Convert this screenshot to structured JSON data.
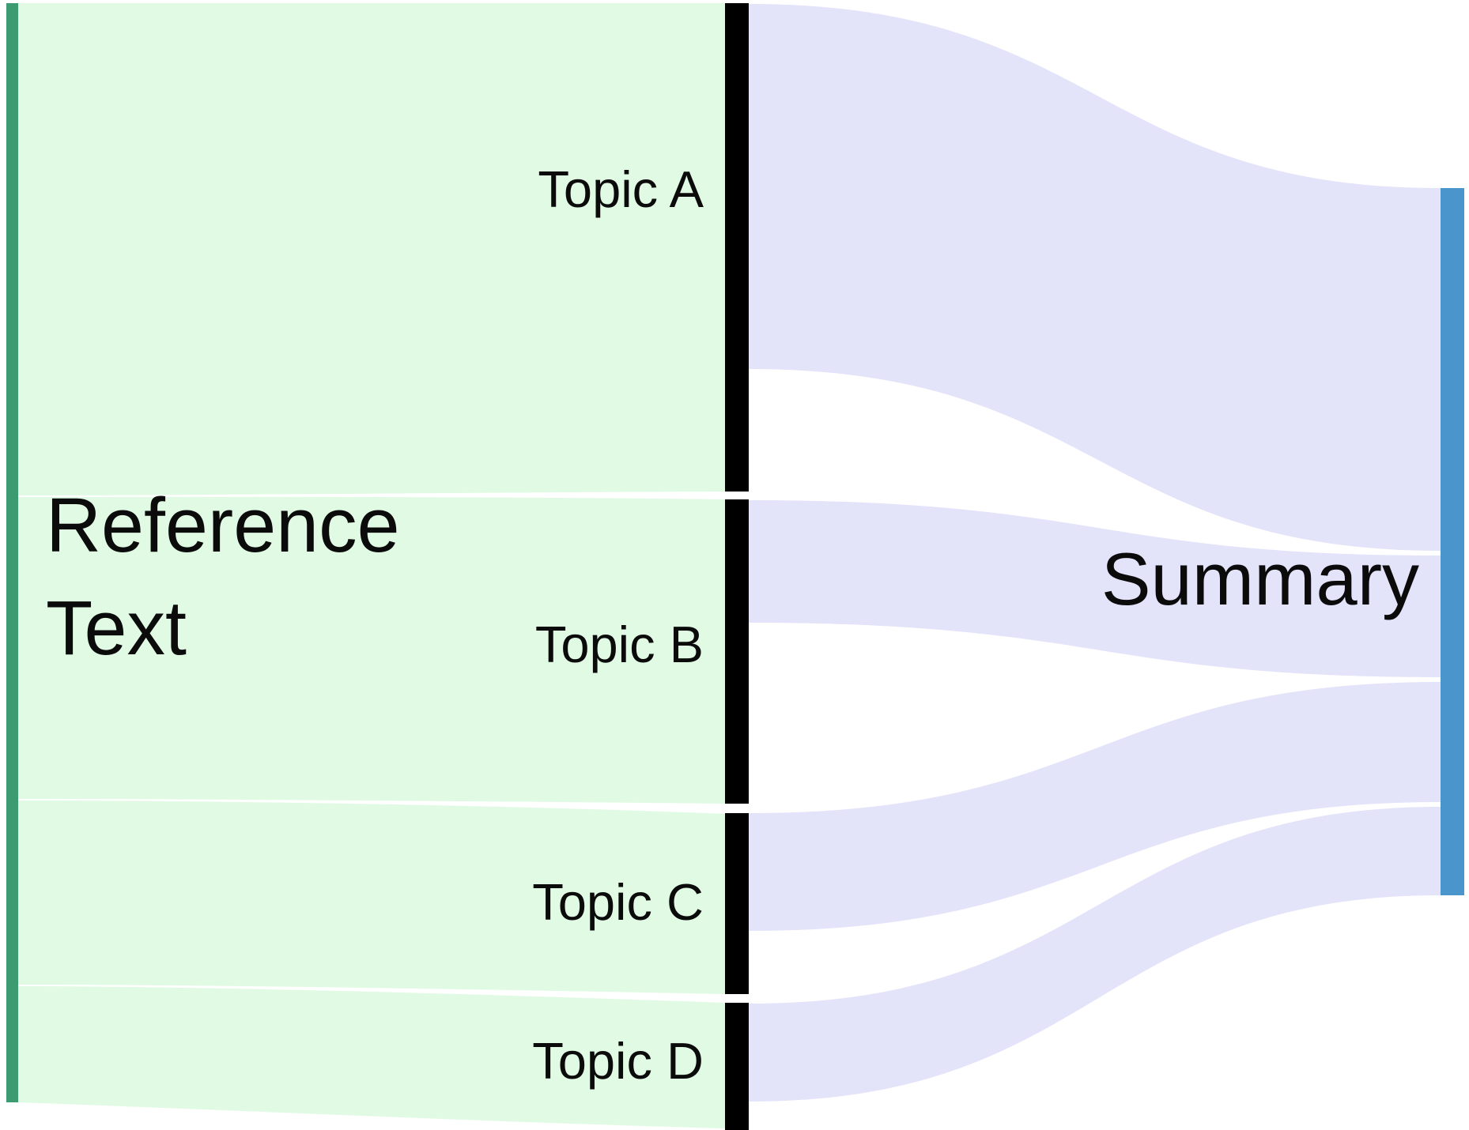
{
  "sankey": {
    "source": {
      "label": "Reference Text",
      "label_line1": "Reference",
      "label_line2": "Text"
    },
    "topics": [
      {
        "label": "Topic A"
      },
      {
        "label": "Topic B"
      },
      {
        "label": "Topic C"
      },
      {
        "label": "Topic D"
      }
    ],
    "target": {
      "label": "Summary"
    },
    "colors": {
      "source_node": "#3d9b72",
      "topic_node": "#000000",
      "summary_node": "#4b95cd",
      "reference_flow": "#e1fae3",
      "summary_flow": "#e3e3fa",
      "label_text": "#0b0b0b",
      "background": "#ffffff"
    }
  },
  "chart_data": {
    "type": "sankey",
    "title": "",
    "nodes": [
      {
        "id": "reference_text",
        "label": "Reference Text",
        "column": 0,
        "color": "#3d9b72"
      },
      {
        "id": "topic_a",
        "label": "Topic A",
        "column": 1,
        "color": "#000000"
      },
      {
        "id": "topic_b",
        "label": "Topic B",
        "column": 1,
        "color": "#000000"
      },
      {
        "id": "topic_c",
        "label": "Topic C",
        "column": 1,
        "color": "#000000"
      },
      {
        "id": "topic_d",
        "label": "Topic D",
        "column": 1,
        "color": "#000000"
      },
      {
        "id": "summary",
        "label": "Summary",
        "column": 2,
        "color": "#4b95cd"
      }
    ],
    "links": [
      {
        "source": "reference_text",
        "target": "topic_a",
        "value": 618,
        "color": "#e1fae3"
      },
      {
        "source": "reference_text",
        "target": "topic_b",
        "value": 385,
        "color": "#e1fae3"
      },
      {
        "source": "reference_text",
        "target": "topic_c",
        "value": 229,
        "color": "#e1fae3"
      },
      {
        "source": "reference_text",
        "target": "topic_d",
        "value": 160,
        "color": "#e1fae3"
      },
      {
        "source": "topic_a",
        "target": "summary",
        "value": 462,
        "color": "#e3e3fa"
      },
      {
        "source": "topic_b",
        "target": "summary",
        "value": 155,
        "color": "#e3e3fa"
      },
      {
        "source": "topic_c",
        "target": "summary",
        "value": 150,
        "color": "#e3e3fa"
      },
      {
        "source": "topic_d",
        "target": "summary",
        "value": 120,
        "color": "#e3e3fa"
      }
    ],
    "units": "relative flow thickness (px at node)",
    "legend": "none",
    "notes": "Topic A node is clipped at the top edge; Topic D node is clipped at the bottom edge. Part of each topic's inflow does not continue to Summary."
  }
}
